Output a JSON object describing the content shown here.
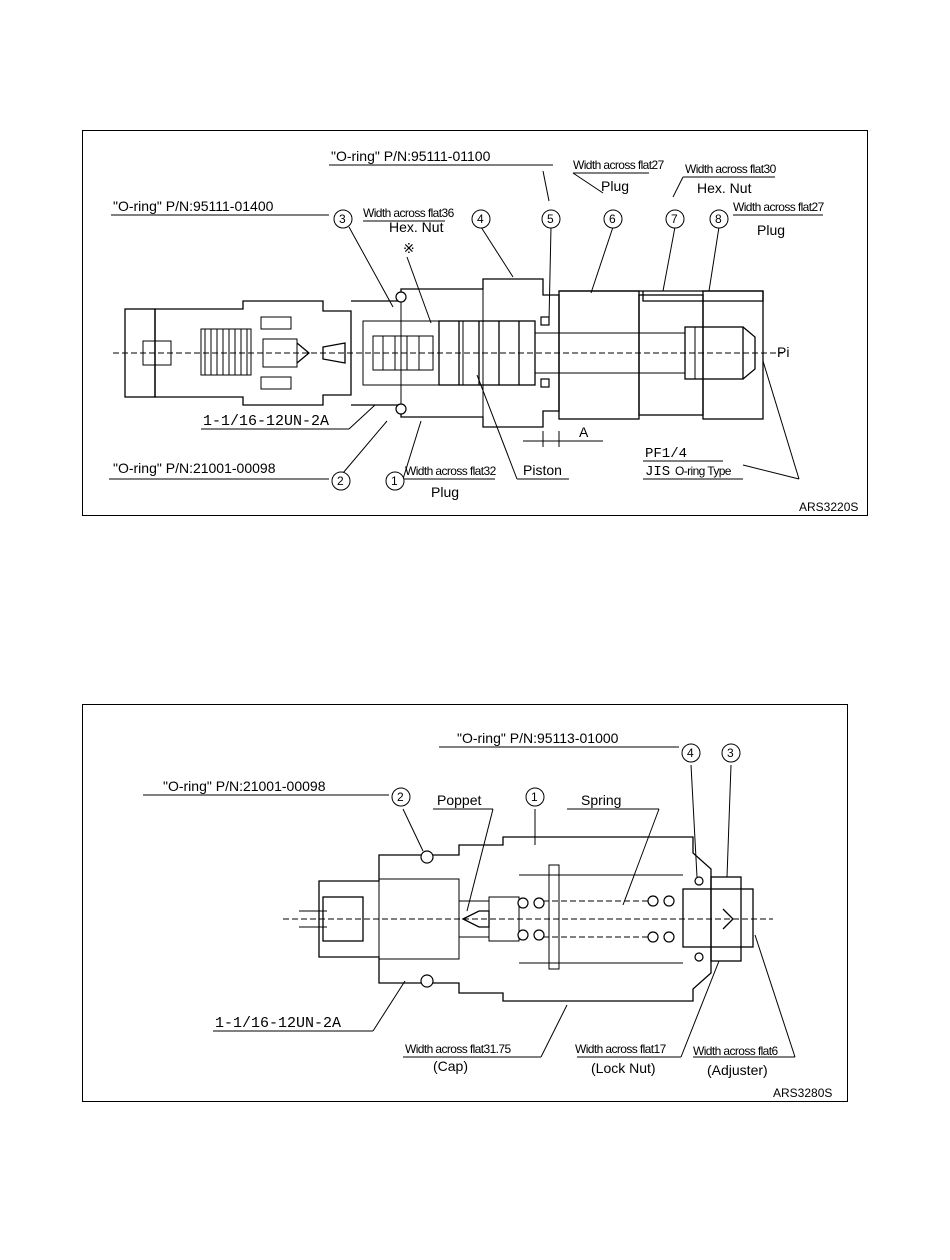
{
  "diagram1": {
    "oring_top": "\"O-ring\" P/N:95111-01100",
    "oring_left": "\"O-ring\" P/N:95111-01400",
    "oring_bottom": "\"O-ring\" P/N:21001-00098",
    "thread": "1-1/16-12UN-2A",
    "star": "※",
    "callouts": [
      "1",
      "2",
      "3",
      "4",
      "5",
      "6",
      "7",
      "8"
    ],
    "wa36": "Width across flat36",
    "hex_nut_4": "Hex. Nut",
    "wa27_6": "Width across flat27",
    "plug_6": "Plug",
    "wa30": "Width across flat30",
    "hex_nut_7": "Hex. Nut",
    "wa27_8": "Width across flat27",
    "plug_8": "Plug",
    "wa32": "Width across flat32",
    "plug_1": "Plug",
    "piston": "Piston",
    "dim_a": "A",
    "pf": "PF1/4",
    "jis": "JIS",
    "oring_type": "O-ring Type",
    "pi": "Pi",
    "code": "ARS3220S"
  },
  "diagram2": {
    "oring_top": "\"O-ring\" P/N:95113-01000",
    "oring_left": "\"O-ring\" P/N:21001-00098",
    "callouts": [
      "1",
      "2",
      "3",
      "4"
    ],
    "poppet": "Poppet",
    "spring": "Spring",
    "thread": "1-1/16-12UN-2A",
    "wa3175": "Width across flat31.75",
    "cap": "(Cap)",
    "wa17": "Width across flat17",
    "lock_nut": "(Lock Nut)",
    "wa6": "Width across flat6",
    "adjuster": "(Adjuster)",
    "code": "ARS3280S"
  }
}
